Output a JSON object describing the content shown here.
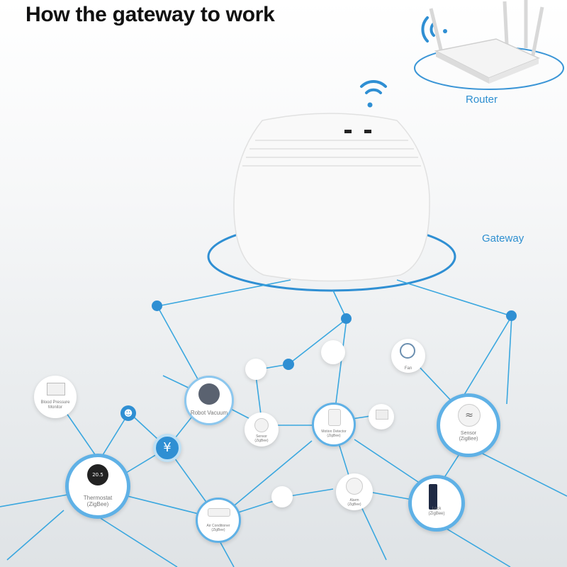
{
  "title": "How the gateway to work",
  "router_label": "Router",
  "gateway_label": "Gateway",
  "colors": {
    "accent": "#2f8fd3",
    "line": "#3aa7df",
    "ring": "#5fb1e6"
  },
  "devices": {
    "robot_vacuum": "Robot Vacuum",
    "blood_pressure": "Blood Pressure\nMonitor",
    "thermostat": "Thermostat\n(ZigBee)",
    "thermostat_display": "20.5",
    "motion_detector": "Motion Detector\n(ZigBee)",
    "sensor_large": "Sensor\n(ZigBee)",
    "sensor_small": "Sensor\n(ZigBee)",
    "fan": "Fan",
    "alarm": "Alarm\n(ZigBee)",
    "lock": "Lock\n(ZigBee)",
    "air_conditioner": "Air Conditioner\n(ZigBee)"
  }
}
